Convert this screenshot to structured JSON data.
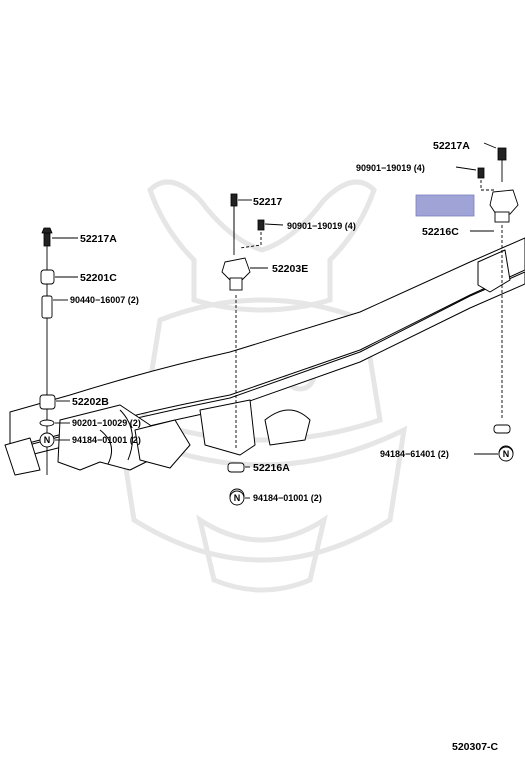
{
  "diagram_id": "520307-C",
  "highlight_color": "#9fa3d6",
  "watermark_icon": "samurai-helmet-watermark",
  "labels": {
    "p52217A_right": "52217A",
    "p90901_right": "90901−19019 (4)",
    "p52217": "52217",
    "p90901_mid": "90901−19019 (4)",
    "p52217A_left": "52217A",
    "p52203E": "52203E",
    "p52201C": "52201C",
    "p90440": "90440−16007 (2)",
    "p52216C": "52216C",
    "p94184_right": "94184−61401 (2)",
    "p52216A": "52216A",
    "p94184_mid": "94184−01001 (2)",
    "p52202B": "52202B",
    "p90201": "90201−10029 (2)",
    "p94184_left": "94184−01001 (2)",
    "nut_symbol": "N"
  }
}
